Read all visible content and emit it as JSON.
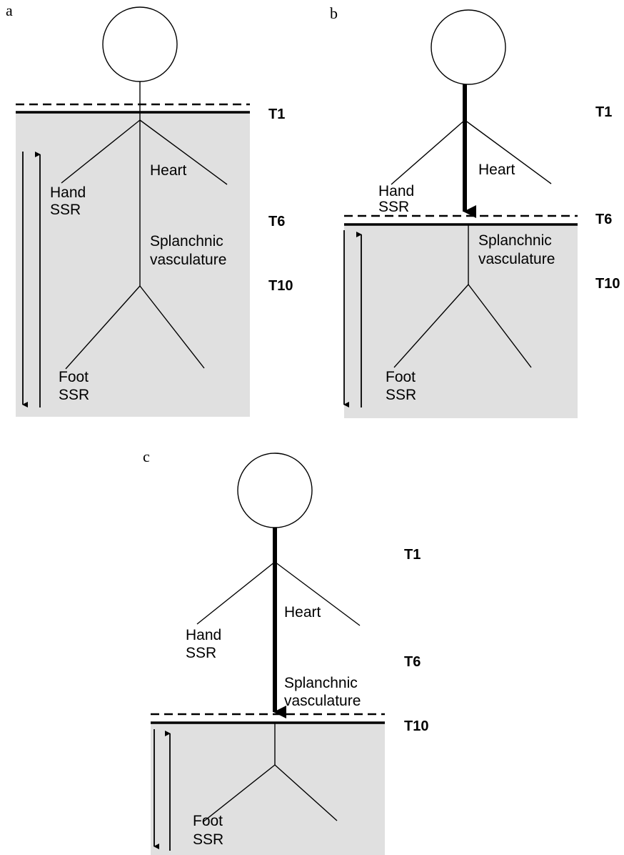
{
  "panels": [
    {
      "letter": "a",
      "labels": {
        "hand": [
          "Hand",
          "SSR"
        ],
        "heart": "Heart",
        "splanchnic": [
          "Splanchnic",
          "vasculature"
        ],
        "foot": [
          "Foot",
          "SSR"
        ]
      },
      "levels": [
        "T1",
        "T6",
        "T10"
      ],
      "lesion_level": "T1"
    },
    {
      "letter": "b",
      "labels": {
        "hand": [
          "Hand",
          "SSR"
        ],
        "heart": "Heart",
        "splanchnic": [
          "Splanchnic",
          "vasculature"
        ],
        "foot": [
          "Foot",
          "SSR"
        ]
      },
      "levels": [
        "T1",
        "T6",
        "T10"
      ],
      "lesion_level": "T6"
    },
    {
      "letter": "c",
      "labels": {
        "hand": [
          "Hand",
          "SSR"
        ],
        "heart": "Heart",
        "splanchnic": [
          "Splanchnic",
          "vasculature"
        ],
        "foot": [
          "Foot",
          "SSR"
        ]
      },
      "levels": [
        "T1",
        "T6",
        "T10"
      ],
      "lesion_level": "T10"
    }
  ],
  "colors": {
    "shaded_region": "#e0e0e0",
    "line": "#000000"
  }
}
